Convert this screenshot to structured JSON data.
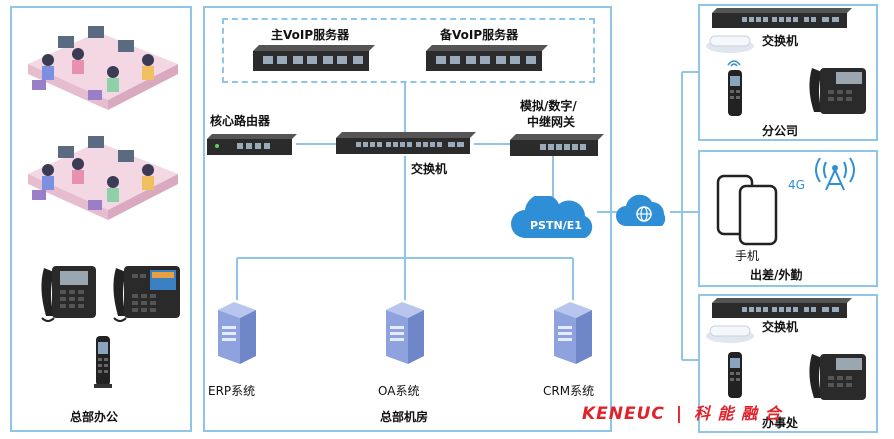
{
  "colors": {
    "panel_border": "#8fc6e8",
    "wire": "#8fc6e8",
    "cloud": "#2f8fd6",
    "brand_red": "#e0232a",
    "device_dark": "#222",
    "server_blue": "#6f86c9"
  },
  "hq_office": {
    "label": "总部办公"
  },
  "datacenter": {
    "label": "总部机房",
    "primary_voip": "主VoIP服务器",
    "backup_voip": "备VoIP服务器",
    "core_router": "核心路由器",
    "switch": "交换机",
    "gateway_line1": "模拟/数字/",
    "gateway_line2": "中继网关",
    "pstn": "PSTN/E1",
    "erp": "ERP系统",
    "oa": "OA系统",
    "crm": "CRM系统"
  },
  "branch": {
    "switch": "交换机",
    "label": "分公司"
  },
  "mobile": {
    "net": "4G",
    "phone": "手机",
    "label": "出差/外勤"
  },
  "office": {
    "switch": "交换机",
    "label": "办事处"
  },
  "internet_icon": "globe-icon",
  "brand": {
    "latin": "KENEUC",
    "separator": "|",
    "chinese": "科 能 融 合"
  }
}
